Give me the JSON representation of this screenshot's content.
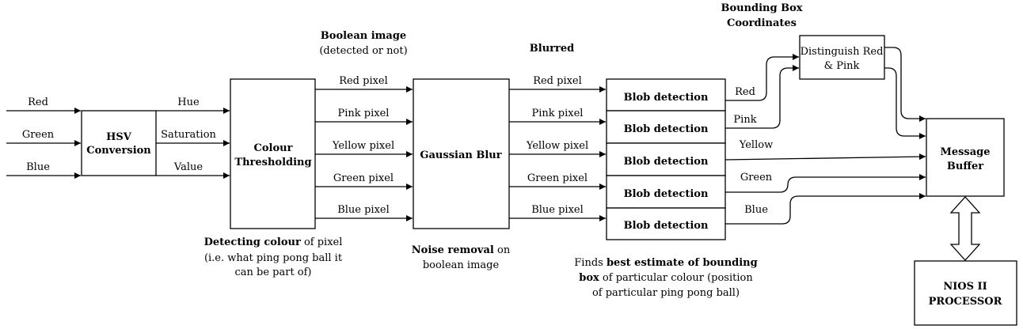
{
  "inputs": {
    "red": "Red",
    "green": "Green",
    "blue": "Blue"
  },
  "hsv": {
    "line1": "HSV",
    "line2": "Conversion",
    "out_hue": "Hue",
    "out_sat": "Saturation",
    "out_val": "Value"
  },
  "threshold": {
    "line1": "Colour",
    "line2": "Thresholding",
    "note_bold": "Detecting colour",
    "note_rest": " of pixel",
    "note_line2": "(i.e. what ping pong ball it",
    "note_line3": "can be part of)"
  },
  "boolean_heading": {
    "line1": "Boolean image",
    "line2": "(detected or not)"
  },
  "pixels": [
    "Red pixel",
    "Pink pixel",
    "Yellow pixel",
    "Green pixel",
    "Blue pixel"
  ],
  "gaussian": {
    "label": "Gaussian Blur",
    "note_bold": "Noise removal",
    "note_rest": " on",
    "note_line2": "boolean image"
  },
  "blurred_heading": "Blurred",
  "blurred_pixels": [
    "Red pixel",
    "Pink pixel",
    "Yellow pixel",
    "Green pixel",
    "Blue pixel"
  ],
  "blob": {
    "labels": [
      "Blob detection",
      "Blob detection",
      "Blob detection",
      "Blob detection",
      "Blob detection"
    ],
    "note_pre": "Finds ",
    "note_bold1": "best estimate of bounding",
    "note_bold2": "box",
    "note_rest2": " of particular colour (position",
    "note_line3": "of particular ping pong ball)"
  },
  "outputs": [
    "Red",
    "Pink",
    "Yellow",
    "Green",
    "Blue"
  ],
  "distinguish": {
    "heading1": "Bounding Box",
    "heading2": "Coordinates",
    "line1": "Distinguish Red",
    "line2": "& Pink"
  },
  "message_buffer": {
    "line1": "Message",
    "line2": "Buffer"
  },
  "nios": {
    "line1": "NIOS II",
    "line2": "PROCESSOR"
  }
}
